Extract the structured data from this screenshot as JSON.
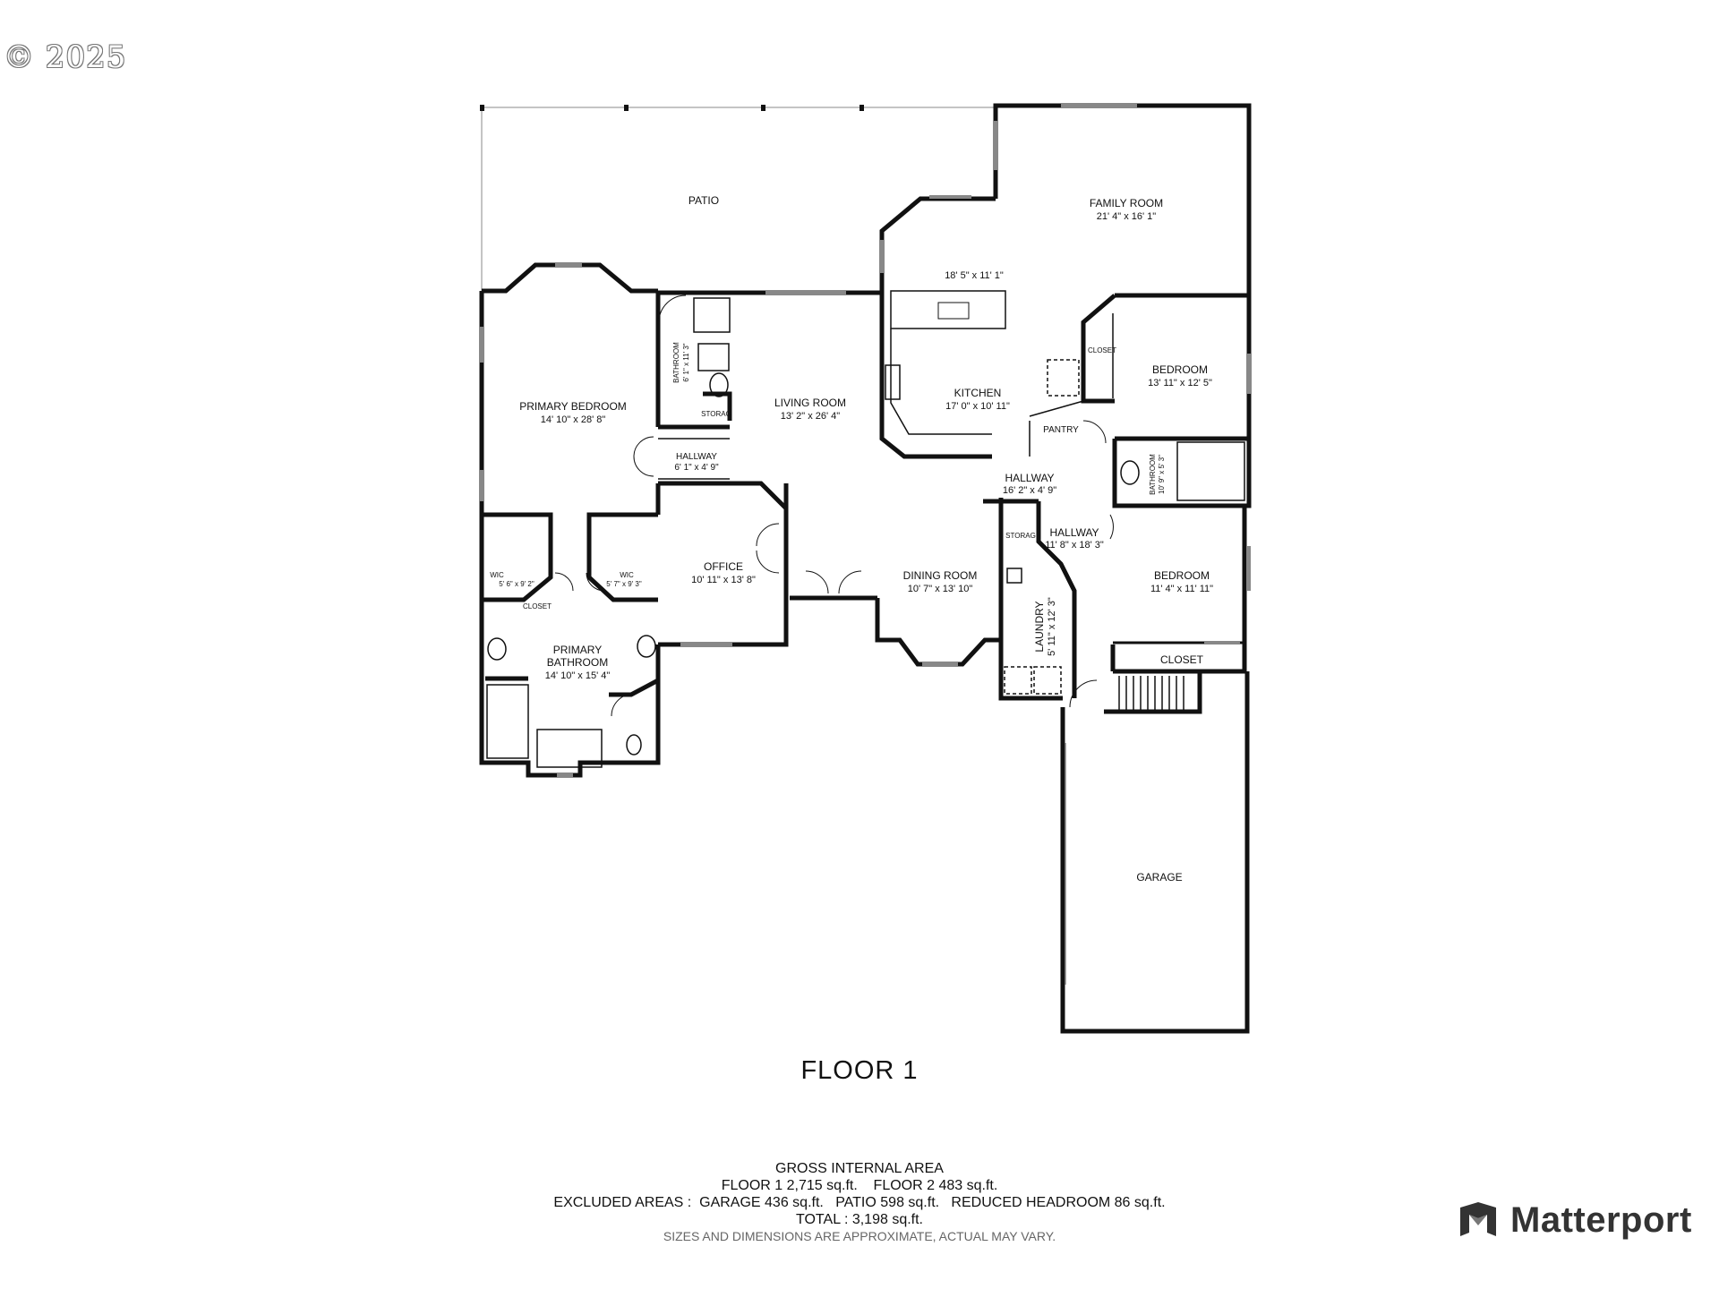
{
  "copyright": "© 2025",
  "floor_title": "FLOOR 1",
  "brand": {
    "name": "Matterport"
  },
  "area": {
    "heading": "GROSS INTERNAL AREA",
    "floors": "FLOOR 1 2,715 sq.ft.    FLOOR 2 483 sq.ft.",
    "excluded": "EXCLUDED AREAS :  GARAGE 436 sq.ft.   PATIO 598 sq.ft.   REDUCED HEADROOM 86 sq.ft.",
    "total": "TOTAL :  3,198 sq.ft.",
    "note": "SIZES AND DIMENSIONS ARE APPROXIMATE, ACTUAL MAY VARY."
  },
  "rooms": {
    "patio": {
      "name": "PATIO"
    },
    "family_room": {
      "name": "FAMILY ROOM",
      "dims": "21' 4\" x 16' 1\""
    },
    "dining_nook": {
      "dims": "18' 5\" x 11' 1\""
    },
    "kitchen": {
      "name": "KITCHEN",
      "dims": "17' 0\" x 10' 11\""
    },
    "pantry": {
      "name": "PANTRY"
    },
    "closet_small": {
      "name": "CLOSET"
    },
    "bedroom_a": {
      "name": "BEDROOM",
      "dims": "13' 11\" x 12' 5\""
    },
    "bathroom_b": {
      "name": "BATHROOM",
      "dims": "10' 9\" x 5' 3\""
    },
    "hallway_main": {
      "name": "HALLWAY",
      "dims": "16' 2\" x 4' 9\""
    },
    "hallway_east": {
      "name": "HALLWAY",
      "dims": "11' 8\" x 18' 3\""
    },
    "storage_east": {
      "name": "STORAG"
    },
    "laundry": {
      "name": "LAUNDRY",
      "dims": "5' 11\" x 12' 3\""
    },
    "bedroom_b": {
      "name": "BEDROOM",
      "dims": "11' 4\" x 11' 11\""
    },
    "closet_large": {
      "name": "CLOSET"
    },
    "dining_room": {
      "name": "DINING ROOM",
      "dims": "10' 7\" x 13' 10\""
    },
    "living_room": {
      "name": "LIVING ROOM",
      "dims": "13' 2\" x 26' 4\""
    },
    "office": {
      "name": "OFFICE",
      "dims": "10' 11\" x 13' 8\""
    },
    "bathroom_a": {
      "name": "BATHROOM",
      "dims": "6' 1\" x 11' 3\""
    },
    "storage_west": {
      "name": "STORAG"
    },
    "hallway_west": {
      "name": "HALLWAY",
      "dims": "6' 1\" x 4' 9\""
    },
    "primary_bedroom": {
      "name": "PRIMARY BEDROOM",
      "dims": "14' 10\" x 28' 8\""
    },
    "wic_a": {
      "name": "WIC",
      "dims": "5' 6\" x 9' 2\""
    },
    "wic_b": {
      "name": "WIC",
      "dims": "5' 7\" x 9' 3\""
    },
    "closet_primary": {
      "name": "CLOSET"
    },
    "primary_bathroom": {
      "name_line1": "PRIMARY",
      "name_line2": "BATHROOM",
      "dims": "14' 10\" x 15' 4\""
    },
    "garage": {
      "name": "GARAGE"
    }
  }
}
